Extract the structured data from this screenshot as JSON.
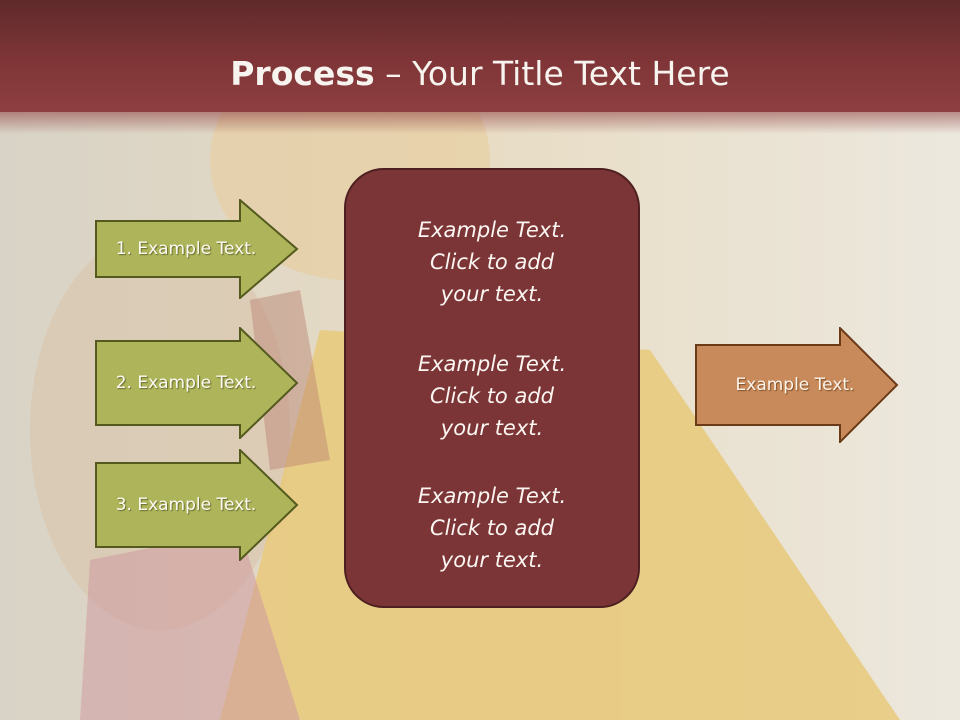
{
  "slide": {
    "title_bold": "Process",
    "title_dash": " – ",
    "title_rest": "Your Title Text Here"
  },
  "left_arrows": [
    {
      "label": "1. Example Text."
    },
    {
      "label": "2. Example Text."
    },
    {
      "label": "3. Example Text."
    }
  ],
  "center_box": {
    "paragraphs": [
      {
        "line1": "Example Text.",
        "line2": "Click  to add",
        "line3": "your text."
      },
      {
        "line1": "Example Text.",
        "line2": "Click  to add",
        "line3": "your text."
      },
      {
        "line1": "Example Text.",
        "line2": "Click  to add",
        "line3": "your text."
      }
    ]
  },
  "right_arrow": {
    "label": "Example Text."
  },
  "colors": {
    "title_bar": "#7f3537",
    "center_box": "#7c3536",
    "left_arrow_fill": "#aeb45a",
    "right_arrow_fill": "#c88a5a"
  },
  "background_image": "shopping-woman-photo"
}
